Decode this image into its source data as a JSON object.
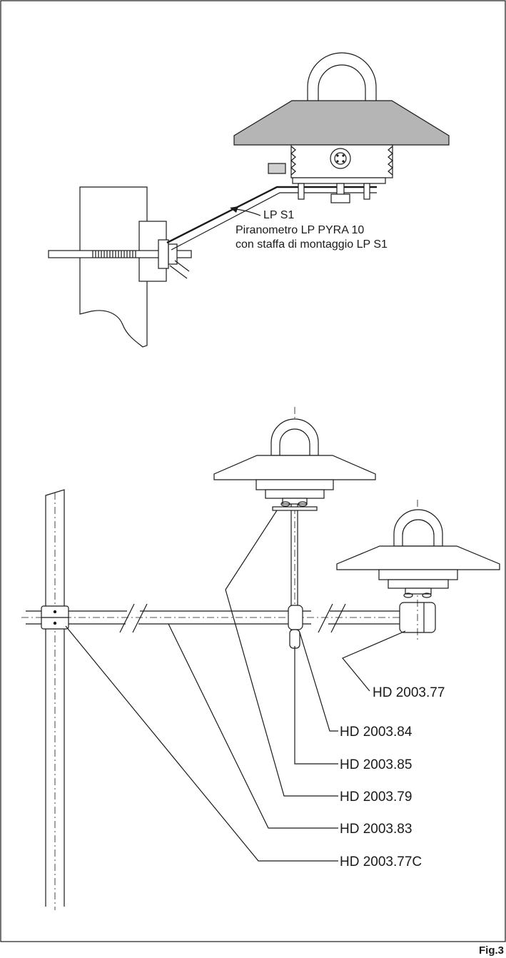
{
  "top_figure": {
    "bracket_label": "LP S1",
    "caption_line1": "Piranometro LP PYRA  10",
    "caption_line2": "con staffa di montaggio LP S1"
  },
  "bottom_figure": {
    "callouts": [
      "HD 2003.77",
      "HD 2003.84",
      "HD 2003.85",
      "HD 2003.79",
      "HD 2003.83",
      "HD 2003.77C"
    ]
  },
  "figure_label": "Fig.3",
  "colors": {
    "line": "#1a1a1a",
    "shade": "#b5b5b5",
    "background": "#ffffff"
  }
}
